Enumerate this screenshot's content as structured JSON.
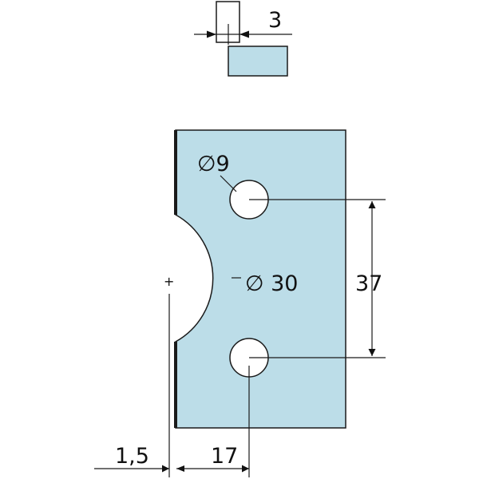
{
  "colors": {
    "plate_fill": "#bcdde8",
    "outline": "#1a1a1a",
    "background": "#ffffff"
  },
  "top_view": {
    "thickness_label": "3"
  },
  "plate": {
    "hole_diameter_label": "∅9",
    "arc_diameter_label": "∅ 30",
    "hole_spacing_label": "37",
    "offset_label": "1,5",
    "hole_offset_label": "17",
    "center_mark": "+"
  }
}
